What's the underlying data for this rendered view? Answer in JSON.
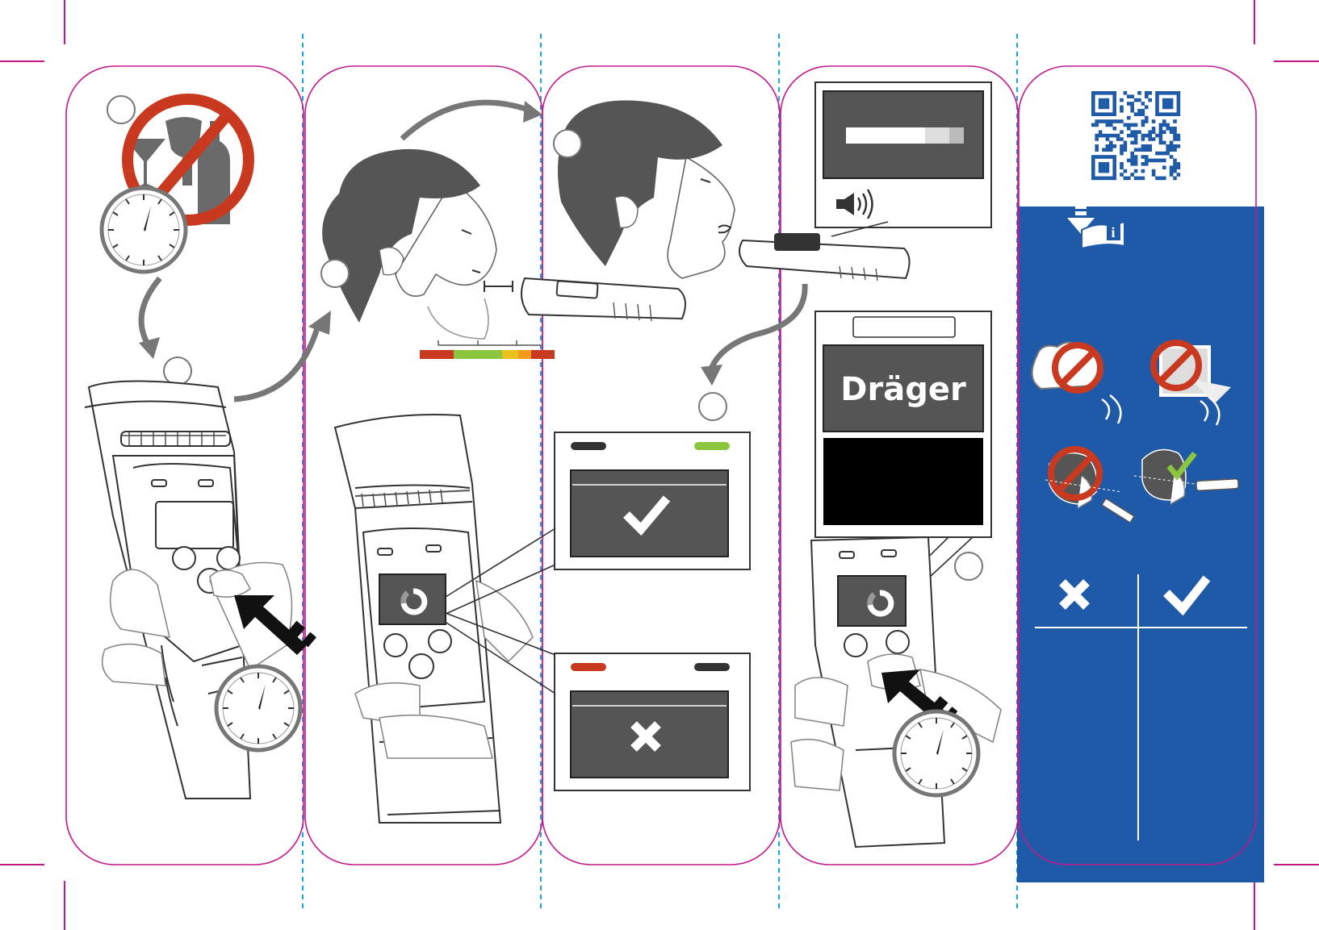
{
  "brand": {
    "logo_text": "Dräger"
  },
  "panels": [
    {
      "id": "panel-1",
      "step_circles": 2
    },
    {
      "id": "panel-2",
      "step_circles": 1
    },
    {
      "id": "panel-3",
      "step_circles": 2
    },
    {
      "id": "panel-4",
      "step_circles": 1
    },
    {
      "id": "panel-5",
      "step_circles": 0
    }
  ],
  "colors": {
    "crop_marks": "#c2188c",
    "fold_lines": "#1aa6d9",
    "prohibit_red": "#c8391f",
    "ok_green": "#8cc63f",
    "fail_red": "#c8391f",
    "info_blue": "#1f5aa8",
    "device_dark": "#555555",
    "screen_black": "#000000"
  },
  "icons": [
    "prohibit-alcohol-icon",
    "stopwatch-icon",
    "qr-code-icon",
    "manual-download-icon",
    "check-icon",
    "cross-icon",
    "speaker-icon",
    "arrow-icon"
  ],
  "scale_colors": [
    "#c8391f",
    "#8cc63f",
    "#8cc63f",
    "#e8c21a",
    "#f39a1a",
    "#c8391f"
  ]
}
